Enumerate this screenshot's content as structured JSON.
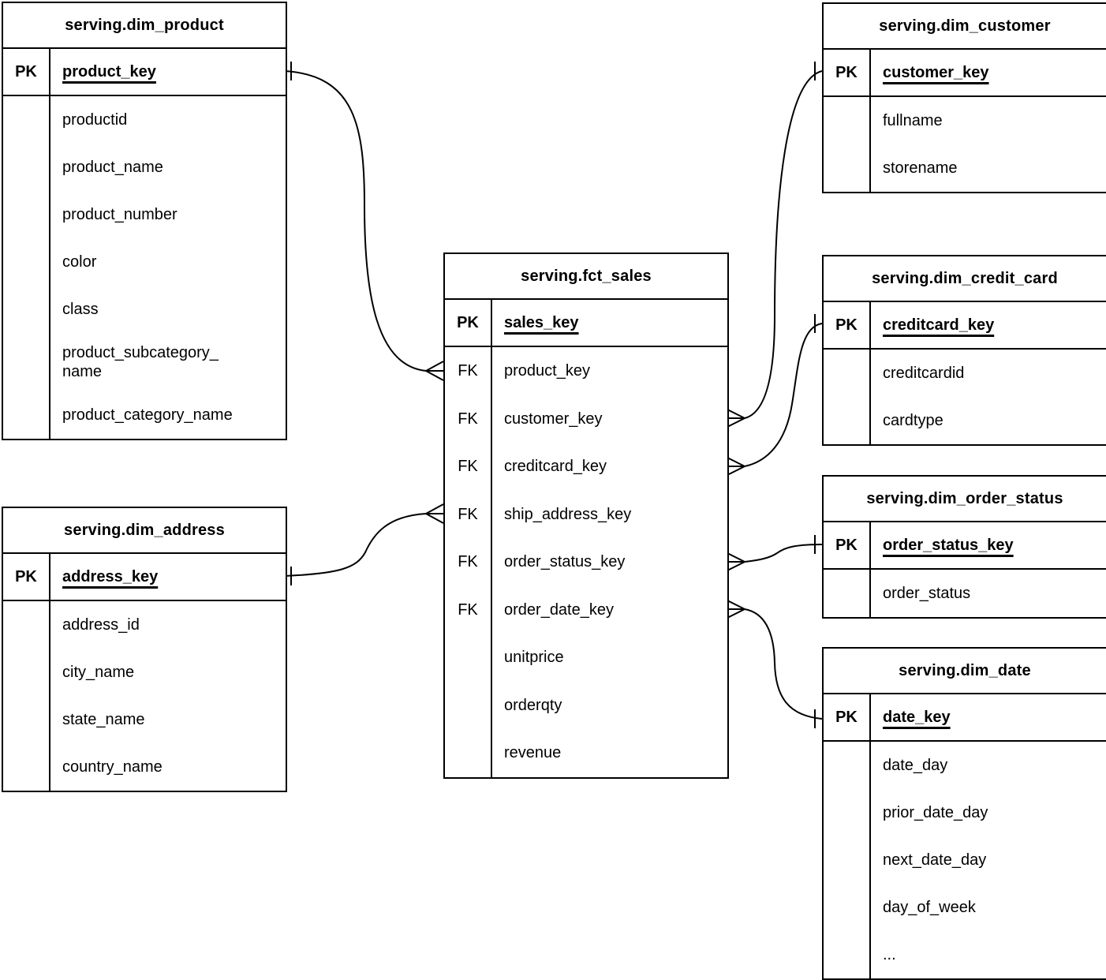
{
  "colors": {
    "line": "#000000",
    "background": "#ffffff",
    "text": "#000000"
  },
  "tables": {
    "dim_product": {
      "title": "serving.dim_product",
      "key_badge": "PK",
      "primary_key": "product_key",
      "fields": [
        "productid",
        "product_name",
        "product_number",
        "color",
        "class",
        "product_subcategory_\nname",
        "product_category_name"
      ]
    },
    "dim_address": {
      "title": "serving.dim_address",
      "key_badge": "PK",
      "primary_key": "address_key",
      "fields": [
        "address_id",
        "city_name",
        "state_name",
        "country_name"
      ]
    },
    "fct_sales": {
      "title": "serving.fct_sales",
      "key_badge": "PK",
      "primary_key": "sales_key",
      "fk_badge": "FK",
      "foreign_keys": [
        "product_key",
        "customer_key",
        "creditcard_key",
        "ship_address_key",
        "order_status_key",
        "order_date_key"
      ],
      "measures": [
        "unitprice",
        "orderqty",
        "revenue"
      ]
    },
    "dim_customer": {
      "title": "serving.dim_customer",
      "key_badge": "PK",
      "primary_key": "customer_key",
      "fields": [
        "fullname",
        "storename"
      ]
    },
    "dim_credit_card": {
      "title": "serving.dim_credit_card",
      "key_badge": "PK",
      "primary_key": "creditcard_key",
      "fields": [
        "creditcardid",
        "cardtype"
      ]
    },
    "dim_order_status": {
      "title": "serving.dim_order_status",
      "key_badge": "PK",
      "primary_key": "order_status_key",
      "fields": [
        "order_status"
      ]
    },
    "dim_date": {
      "title": "serving.dim_date",
      "key_badge": "PK",
      "primary_key": "date_key",
      "fields": [
        "date_day",
        "prior_date_day",
        "next_date_day",
        "day_of_week",
        "..."
      ]
    }
  },
  "relationships": [
    {
      "one": "serving.dim_product.product_key",
      "many": "serving.fct_sales.product_key",
      "cardinality": "one-to-many"
    },
    {
      "one": "serving.dim_address.address_key",
      "many": "serving.fct_sales.ship_address_key",
      "cardinality": "one-to-many"
    },
    {
      "one": "serving.dim_customer.customer_key",
      "many": "serving.fct_sales.customer_key",
      "cardinality": "one-to-many"
    },
    {
      "one": "serving.dim_credit_card.creditcard_key",
      "many": "serving.fct_sales.creditcard_key",
      "cardinality": "one-to-many"
    },
    {
      "one": "serving.dim_order_status.order_status_key",
      "many": "serving.fct_sales.order_status_key",
      "cardinality": "one-to-many"
    },
    {
      "one": "serving.dim_date.date_key",
      "many": "serving.fct_sales.order_date_key",
      "cardinality": "one-to-many"
    }
  ]
}
